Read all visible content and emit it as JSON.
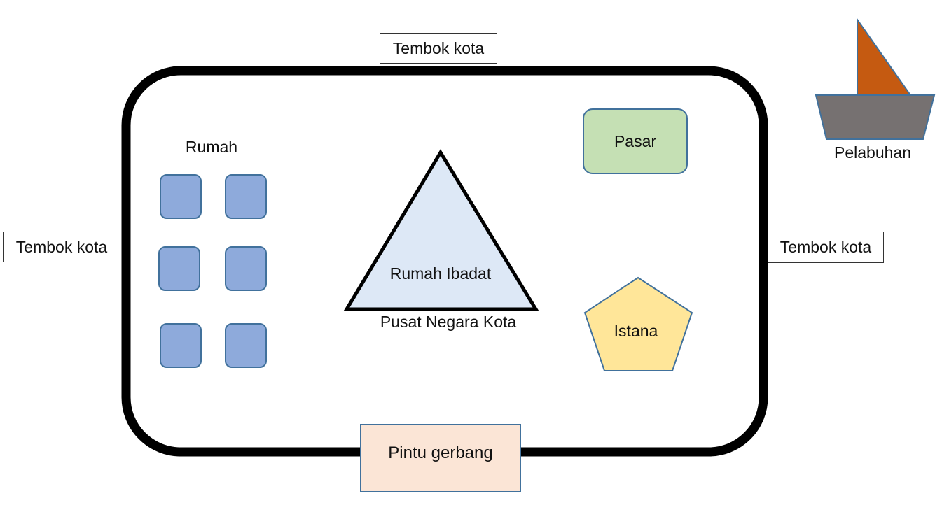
{
  "labels": {
    "wall_top": "Tembok kota",
    "wall_left": "Tembok kota",
    "wall_right": "Tembok kota",
    "houses": "Rumah",
    "worship": "Rumah Ibadat",
    "center": "Pusat Negara Kota",
    "market": "Pasar",
    "palace": "Istana",
    "gate": "Pintu gerbang",
    "harbor": "Pelabuhan"
  },
  "colors": {
    "wall": "#000000",
    "house_fill": "#8eaadb",
    "outline_blue": "#41719c",
    "worship_fill": "#dde8f6",
    "market_fill": "#c5e0b4",
    "palace_fill": "#ffe699",
    "gate_fill": "#fbe5d6",
    "sail": "#c55a11",
    "hull": "#767171"
  }
}
